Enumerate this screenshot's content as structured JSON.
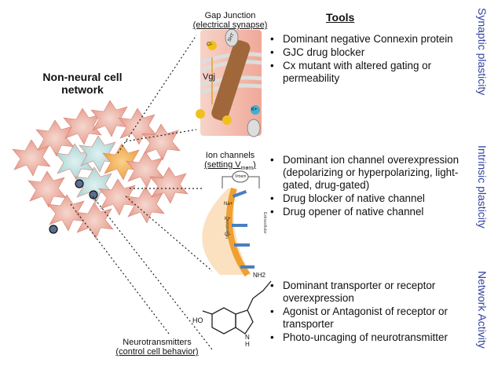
{
  "network_label": "Non-neural cell network",
  "tools_heading": "Tools",
  "gap_junction": {
    "title": "Gap Junction",
    "subtitle": "(electrical synapse)",
    "labels": {
      "cl": "Cl-",
      "k": "K+",
      "ht": "5HT",
      "v": "Vgj"
    }
  },
  "ion_channels": {
    "title": "Ion channels",
    "subtitle_prefix": "(setting V",
    "subtitle_sub": "mem",
    "subtitle_suffix": ")",
    "labels": {
      "na": "Na+",
      "k": "K+",
      "cl": "Cl-",
      "intra": "Intracellular",
      "extra": "Extracellular",
      "v": "Vmem"
    }
  },
  "neurotransmitters": {
    "title": "Neurotransmitters",
    "subtitle": "(control cell behavior)",
    "labels": {
      "nh2": "NH2",
      "ho": "HO",
      "nh": "N",
      "h": "H"
    }
  },
  "sections": [
    {
      "category": "Synaptic plasticity",
      "items": [
        "Dominant negative Connexin protein",
        "GJC drug blocker",
        "Cx mutant with altered gating or permeability"
      ]
    },
    {
      "category": "Intrinsic plasticity",
      "items": [
        "Dominant ion channel overexpression (depolarizing or hyperpolarizing, light-gated, drug-gated)",
        "Drug blocker of native channel",
        "Drug opener of native channel"
      ]
    },
    {
      "category": "Network Activity",
      "items": [
        "Dominant transporter or receptor overexpression",
        "Agonist or Antagonist of receptor or transporter",
        "Photo-uncaging of neurotransmitter"
      ]
    }
  ],
  "colors": {
    "category_text": "#3340a0",
    "cell_pink": "#e8a89c",
    "cell_teal": "#a9d6d6",
    "cell_orange": "#f0a040",
    "channel_blue": "#4a7fc0"
  }
}
